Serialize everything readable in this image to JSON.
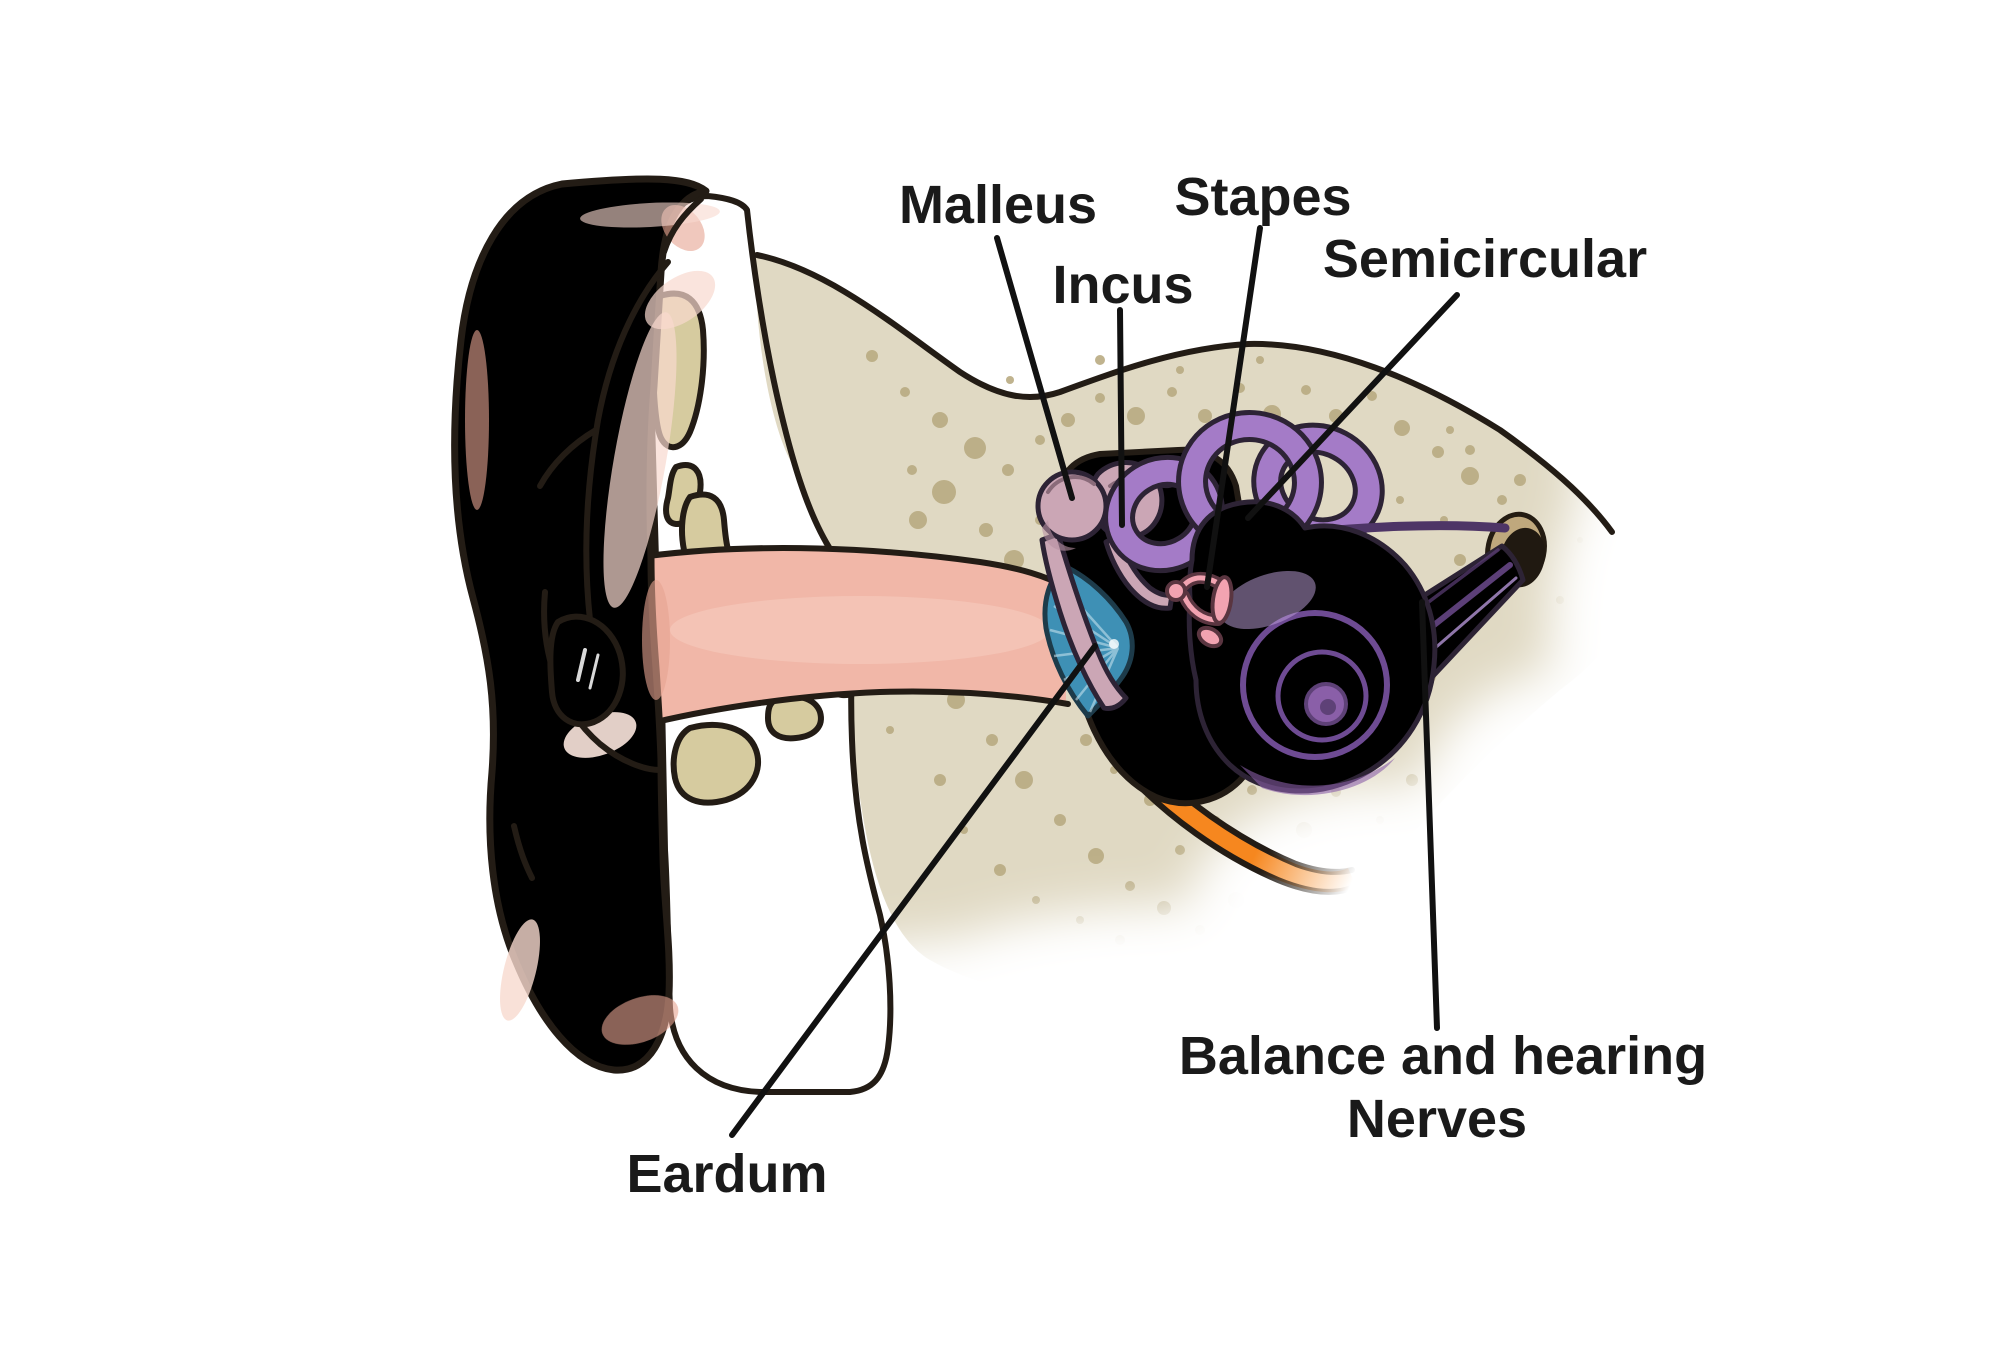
{
  "diagram": {
    "subject": "human ear anatomy",
    "labels": {
      "malleus": "Malleus",
      "incus": "Incus",
      "stapes": "Stapes",
      "semicircular": "Semicircular",
      "eardrum": "Eardum",
      "nerves_line1": "Balance and hearing",
      "nerves_line2": "Nerves"
    }
  },
  "colors": {
    "pinna": "#F1B7A8",
    "pinna_highlight": "#F8D9CE",
    "pinna_shadow": "#E7A391",
    "cartilage": "#FAF4C9",
    "cartilage_blob": "#D6CB9F",
    "bone": "#E0D9C3",
    "bone_speckle": "#B9AB82",
    "cavity_orange": "#F6871F",
    "eardrum_blue": "#3E90B5",
    "ossicle_mauve": "#CBA6B5",
    "stapes_pink": "#F2A3B1",
    "inner_purple": "#A47BC7",
    "inner_purple_dark": "#6E4B93",
    "nerve_purple": "#8E66AE",
    "hole_rim": "#BFA87D",
    "hole_dark": "#201911",
    "outline": "#231C15",
    "label_text": "#1A1A1A"
  }
}
